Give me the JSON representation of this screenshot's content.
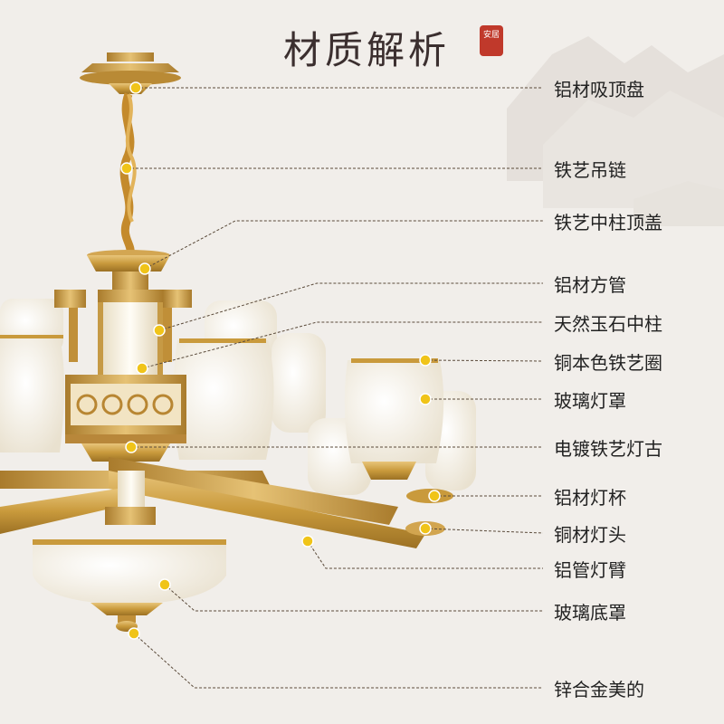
{
  "title": "材质解析",
  "seal_text": "安居",
  "colors": {
    "background": "#f1eeea",
    "gold": "#c99a3c",
    "dot": "#f0c419",
    "leader": "#5a4a3a",
    "glass": "#fbf8f1",
    "seal": "#c0392b"
  },
  "labels": [
    "铝材吸顶盘",
    "铁艺吊链",
    "铁艺中柱顶盖",
    "铝材方管",
    "天然玉石中柱",
    "铜本色铁艺圈",
    "玻璃灯罩",
    "电镀铁艺灯古",
    "铝材灯杯",
    "铜材灯头",
    "铝管灯臂",
    "玻璃底罩",
    "锌合金美的"
  ]
}
